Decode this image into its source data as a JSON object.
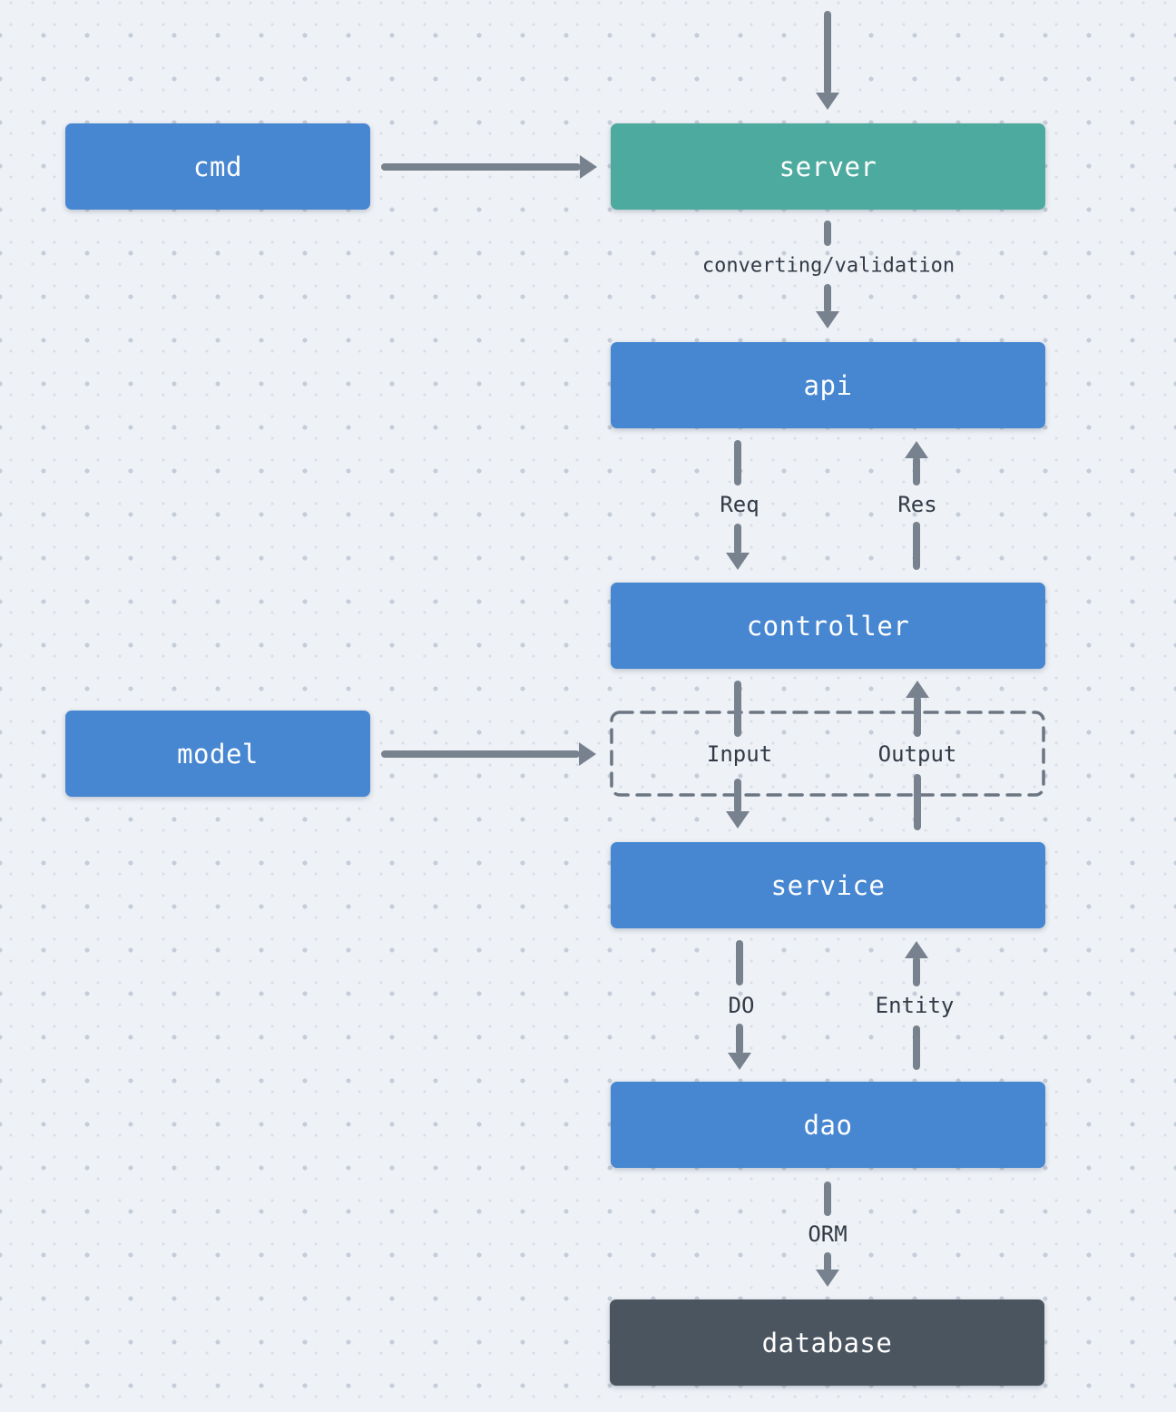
{
  "diagram": {
    "nodes": {
      "cmd": {
        "label": "cmd",
        "color": "#4787d1"
      },
      "server": {
        "label": "server",
        "color": "#4daa9e"
      },
      "api": {
        "label": "api",
        "color": "#4787d1"
      },
      "controller": {
        "label": "controller",
        "color": "#4787d1"
      },
      "model": {
        "label": "model",
        "color": "#4787d1"
      },
      "service": {
        "label": "service",
        "color": "#4787d1"
      },
      "dao": {
        "label": "dao",
        "color": "#4787d1"
      },
      "database": {
        "label": "database",
        "color": "#4b5560"
      }
    },
    "edge_labels": {
      "converting": "converting/validation",
      "req": "Req",
      "res": "Res",
      "input": "Input",
      "output": "Output",
      "do": "DO",
      "entity": "Entity",
      "orm": "ORM"
    },
    "colors": {
      "background": "#eef1f6",
      "arrow": "#78828e",
      "label_text": "#313a46",
      "dashed_border": "#6b7682",
      "dot_large": "#c5cdd9",
      "dot_small": "#d9dee5"
    }
  }
}
